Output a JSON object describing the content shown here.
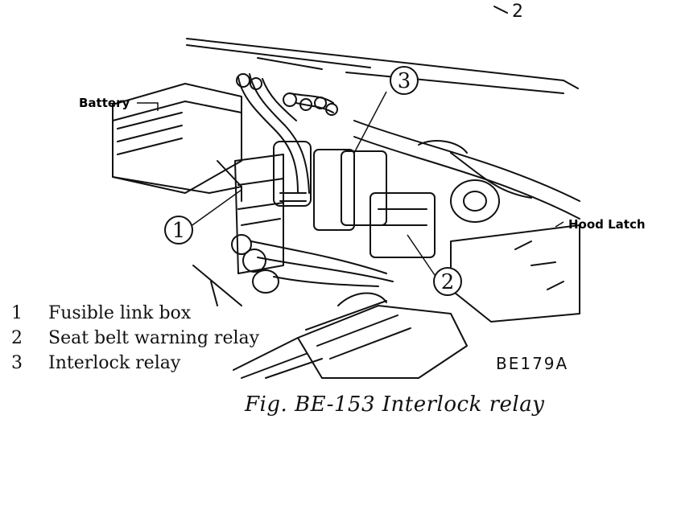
{
  "top_corner_number": "2",
  "labels": {
    "battery": "Battery",
    "hood_latch": "Hood Latch"
  },
  "callouts": {
    "c1": "1",
    "c2": "2",
    "c3": "3"
  },
  "legend": [
    {
      "num": "1",
      "text": "Fusible link box"
    },
    {
      "num": "2",
      "text": "Seat belt warning relay"
    },
    {
      "num": "3",
      "text": "Interlock relay"
    }
  ],
  "code": "BE179A",
  "caption": "Fig. BE-153  Interlock relay"
}
